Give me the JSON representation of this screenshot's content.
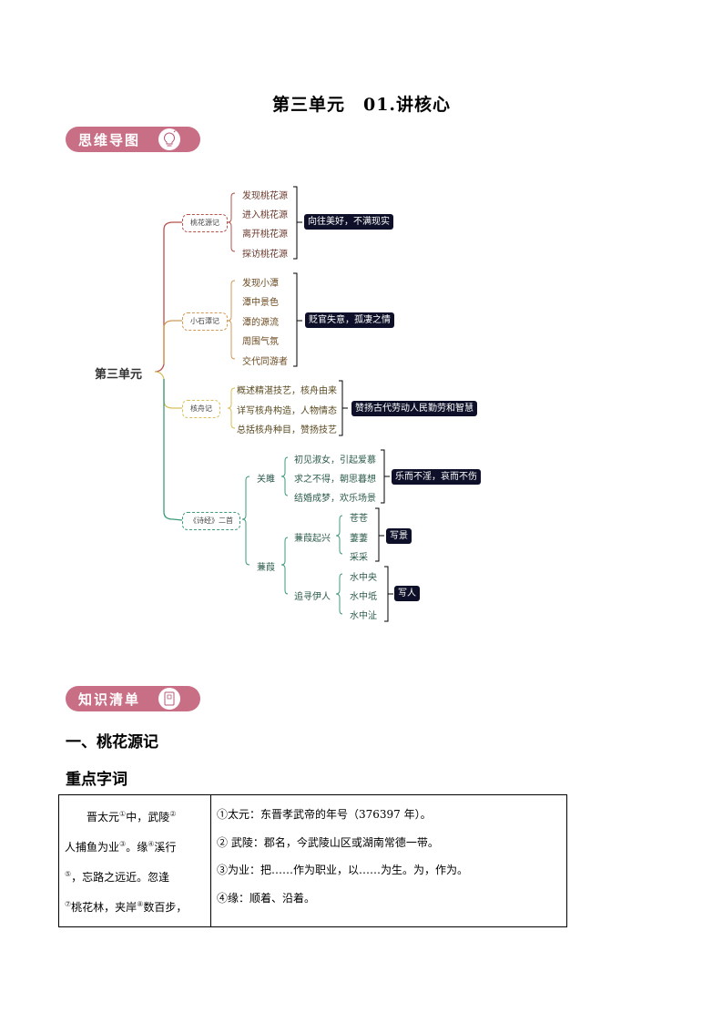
{
  "page": {
    "title": "第三单元　01.讲核心"
  },
  "sections": {
    "mindmap_badge": {
      "label": "思维导图",
      "icon": "lightbulb-icon"
    },
    "knowledge_badge": {
      "label": "知识清单",
      "icon": "notebook-icon"
    }
  },
  "mindmap": {
    "root": "第三单元",
    "branches": [
      {
        "label": "桃花源记",
        "color": "#b5524a",
        "items": [
          "发现桃花源",
          "进入桃花源",
          "离开桃花源",
          "探访桃花源"
        ],
        "summary": "向往美好，不满现实"
      },
      {
        "label": "小石潭记",
        "color": "#d39a57",
        "items": [
          "发现小潭",
          "潭中景色",
          "潭的源流",
          "周围气氛",
          "交代同游者"
        ],
        "summary": "贬官失意，孤凄之情"
      },
      {
        "label": "核舟记",
        "color": "#d9bf5a",
        "items": [
          "概述精湛技艺，核舟由来",
          "详写核舟构造，人物情态",
          "总括核舟种目，赞扬技艺"
        ],
        "summary": "赞扬古代劳动人民勤劳和智慧"
      },
      {
        "label": "《诗经》二首",
        "color": "#3c9a7d",
        "sub": [
          {
            "label": "关雎",
            "items": [
              "初见淑女，引起爱慕",
              "求之不得，朝思暮想",
              "结婚成梦，欢乐场景"
            ],
            "summary": "乐而不淫，哀而不伤"
          },
          {
            "label": "蒹葭",
            "groups": [
              {
                "label": "蒹葭起兴",
                "items": [
                  "苍苍",
                  "萋萋",
                  "采采"
                ],
                "summary": "写景"
              },
              {
                "label": "追寻伊人",
                "items": [
                  "水中央",
                  "水中坻",
                  "水中沚"
                ],
                "summary": "写人"
              }
            ]
          }
        ]
      }
    ]
  },
  "knowledge": {
    "heading": "一、桃花源记",
    "subheading": "重点字词",
    "table": {
      "left_lines": [
        {
          "parts": [
            "晋太元",
            "①",
            "中，武陵",
            "②"
          ]
        },
        {
          "parts": [
            "人捕鱼为业",
            "③",
            "。缘",
            "④",
            "溪行"
          ]
        },
        {
          "parts": [
            "⑤",
            "，忘路之远近。忽逢"
          ]
        },
        {
          "parts": [
            "⑦",
            "桃花林，夹岸",
            "⑧",
            "数百步，"
          ]
        }
      ],
      "notes": [
        "①太元：东晋孝武帝的年号（376397 年）。",
        "② 武陵：郡名，今武陵山区或湖南常德一带。",
        "③为业：把……作为职业，以……为生。为，作为。",
        "④缘：顺着、沿着。"
      ]
    }
  },
  "colors": {
    "badge": "#c86f86",
    "tag_bg": "#0d1028",
    "branch_red": "#b5524a",
    "branch_orange": "#d39a57",
    "branch_yellow": "#d9bf5a",
    "branch_green": "#3c9a7d"
  }
}
